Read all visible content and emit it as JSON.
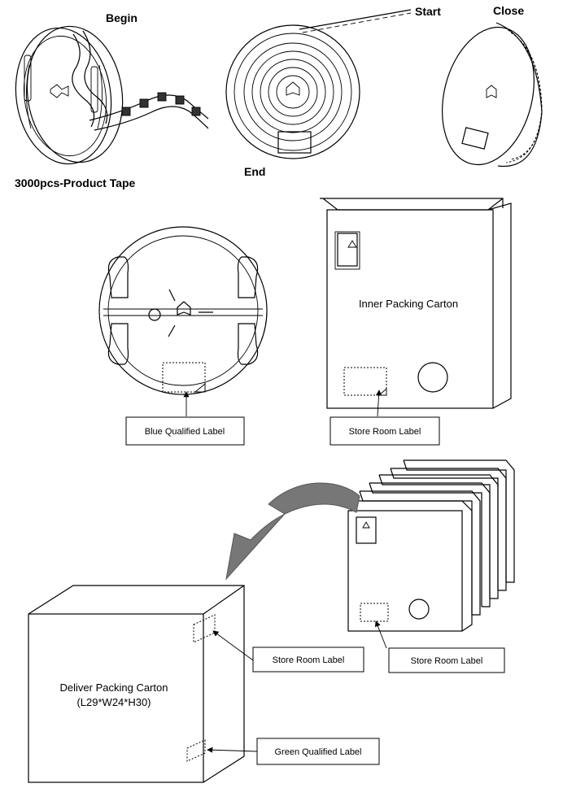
{
  "reel_stage": {
    "begin": "Begin",
    "start": "Start",
    "close": "Close",
    "end": "End",
    "product_tape": "3000pcs-Product Tape"
  },
  "reel_label": {
    "blue_qualified": "Blue Qualified Label"
  },
  "inner_carton": {
    "title": "Inner Packing Carton",
    "store_room_label": "Store Room Label"
  },
  "carton_stack": {
    "store_room_label": "Store Room Label"
  },
  "deliver_carton": {
    "title": "Deliver Packing Carton",
    "size": "(L29*W24*H30)",
    "store_room_label": "Store Room Label",
    "green_qualified": "Green Qualified Label"
  }
}
